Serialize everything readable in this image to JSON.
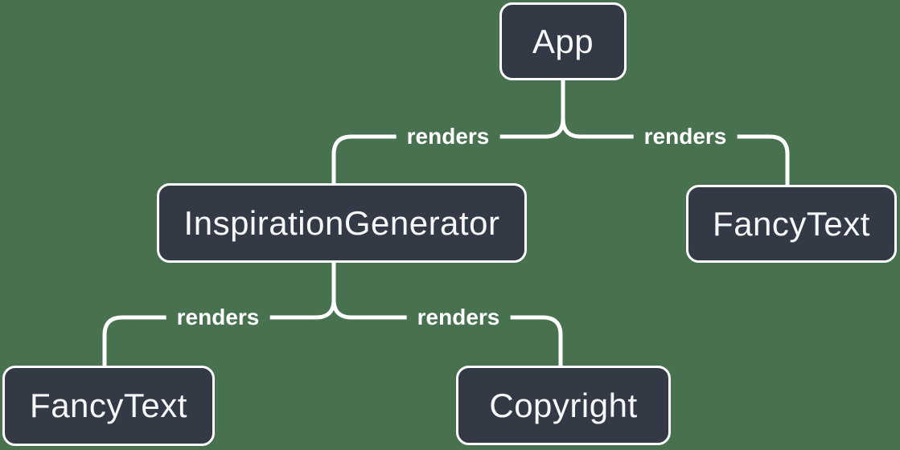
{
  "colors": {
    "background": "#47714F",
    "node-fill": "#333A46",
    "node-border": "#FFFFFF",
    "node-text": "#F6F7F9",
    "line": "#FFFFFF"
  },
  "diagram": {
    "type": "tree-diagram",
    "nodes": [
      {
        "id": "app",
        "label": "App"
      },
      {
        "id": "inspiration-generator",
        "label": "InspirationGenerator"
      },
      {
        "id": "fancy-text-top-right",
        "label": "FancyText"
      },
      {
        "id": "fancy-text-bottom-left",
        "label": "FancyText"
      },
      {
        "id": "copyright",
        "label": "Copyright"
      }
    ],
    "edges": [
      {
        "from": "App",
        "to": "InspirationGenerator",
        "label": "renders"
      },
      {
        "from": "App",
        "to": "FancyText",
        "label": "renders"
      },
      {
        "from": "InspirationGenerator",
        "to": "FancyText",
        "label": "renders"
      },
      {
        "from": "InspirationGenerator",
        "to": "Copyright",
        "label": "renders"
      }
    ]
  }
}
